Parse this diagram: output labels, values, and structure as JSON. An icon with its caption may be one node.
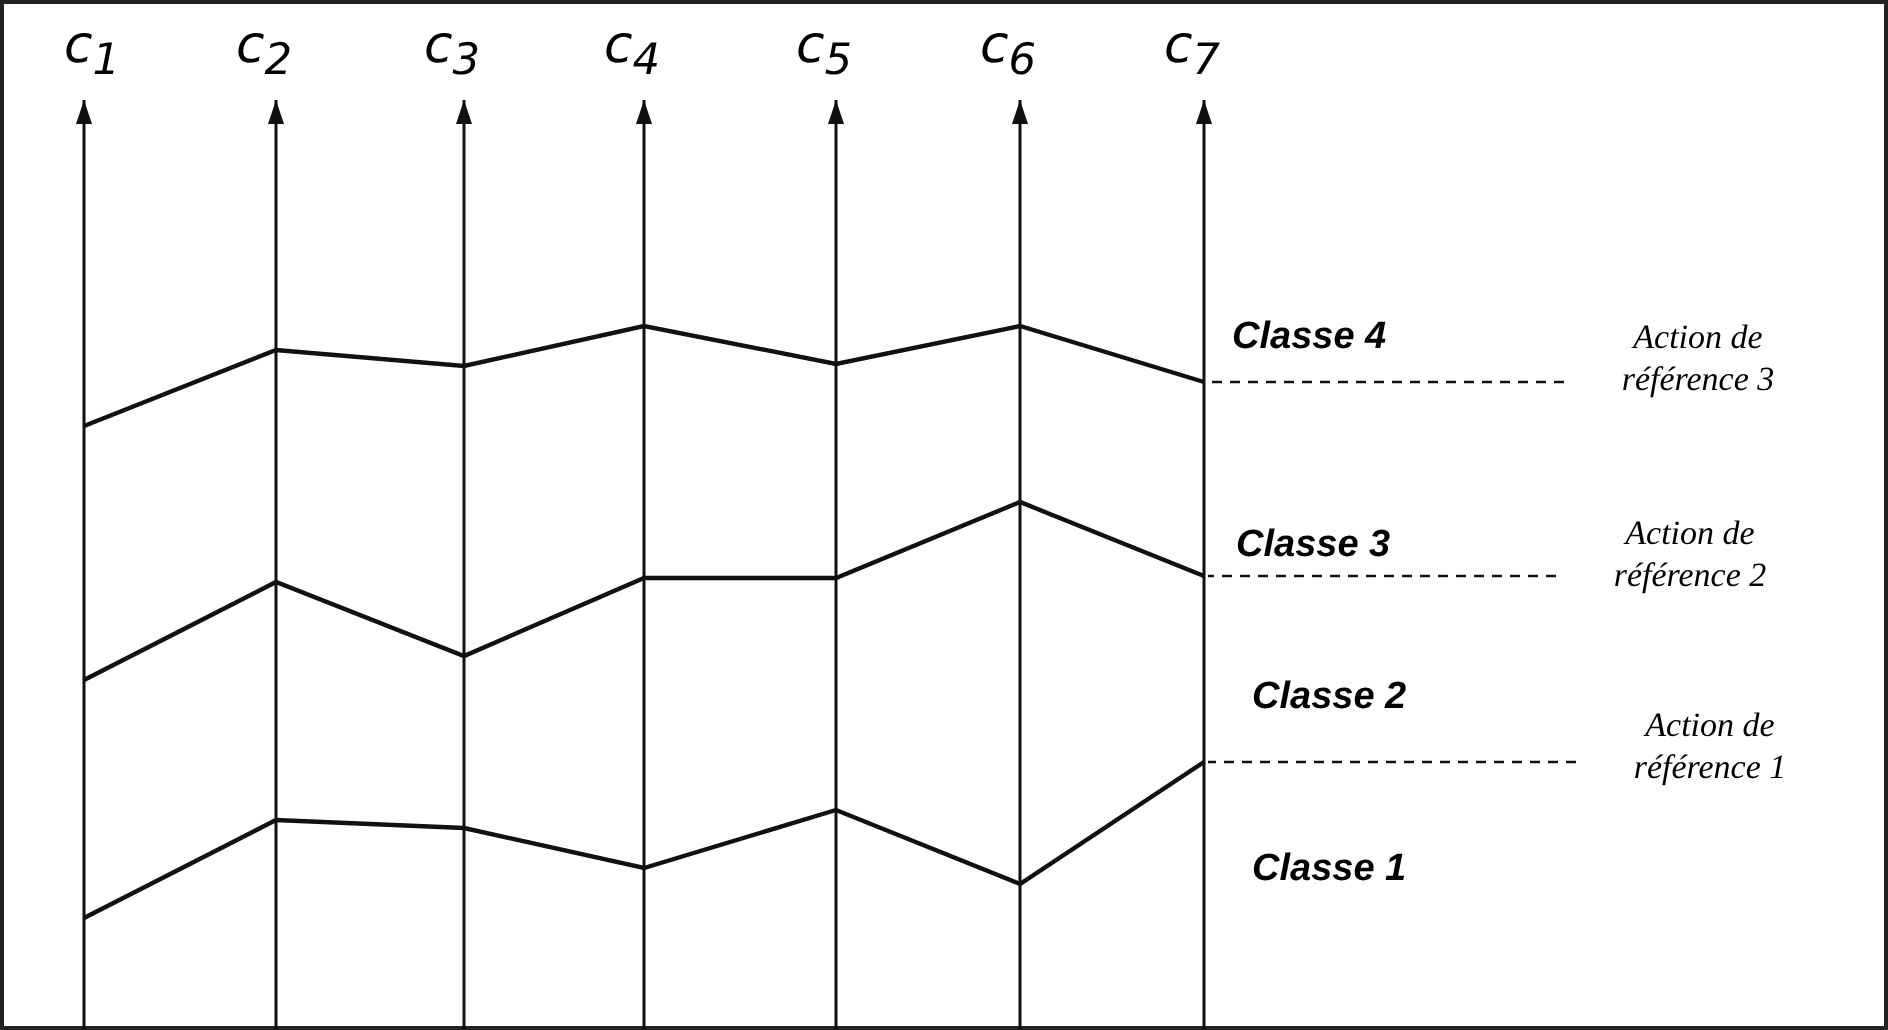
{
  "diagram": {
    "nodes": [
      {
        "text": [
          "Action de référence 3"
        ]
      },
      {
        "text": [
          "Action de référence 2"
        ]
      },
      {
        "text": [
          "Action de référence 1"
        ]
      }
    ],
    "edges": [
      {
        "from": 0,
        "to": null,
        "arrow": "none",
        "style": "dashed"
      },
      {
        "from": 1,
        "to": null,
        "arrow": "none",
        "style": "dashed"
      },
      {
        "from": 2,
        "to": null,
        "arrow": "none",
        "style": "dashed"
      }
    ],
    "labels": [
      "c$_{1}$",
      "c$_{2}$",
      "c$_{3}$",
      "c$_{4}$",
      "c$_{5}$",
      "c$_{6}$",
      "c$_{7}$",
      "Classe 4",
      "Classe 3",
      "Classe 2",
      "Classe 1"
    ]
  }
}
